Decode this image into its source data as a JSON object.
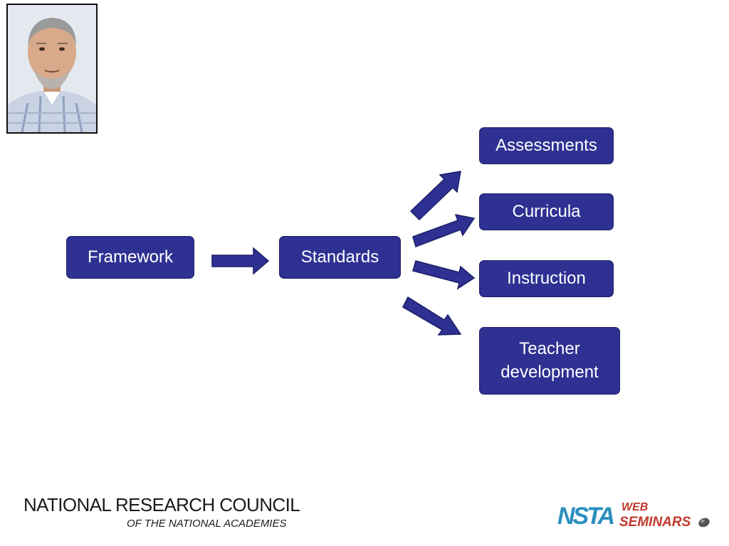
{
  "diagram": {
    "source": "Framework",
    "middle": "Standards",
    "targets": [
      "Assessments",
      "Curricula",
      "Instruction",
      "Teacher\ndevelopment"
    ]
  },
  "footer": {
    "org_line1": "NATIONAL RESEARCH COUNCIL",
    "org_line2": "OF THE NATIONAL ACADEMIES",
    "logo_main": "NSTA",
    "logo_web": "WEB",
    "logo_seminars": "SEMINARS"
  },
  "colors": {
    "box_fill": "#2e3192",
    "box_text": "#ffffff",
    "nsta_blue": "#2a8fbf",
    "nsta_red": "#c0392b"
  }
}
